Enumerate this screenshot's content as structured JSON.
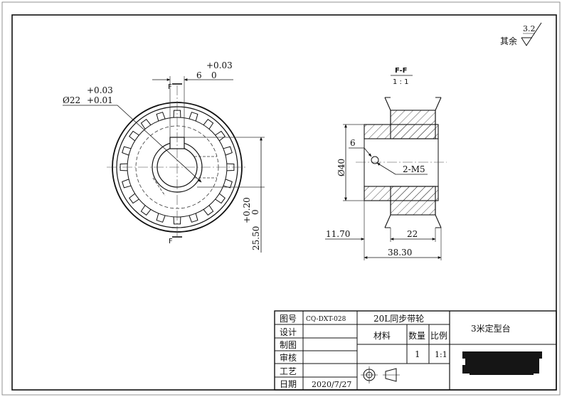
{
  "surface_finish": {
    "label": "其余",
    "roughness": "3.2"
  },
  "front_view": {
    "section_mark": "F",
    "keyway_width": "6",
    "keyway_upper": "+0.03",
    "keyway_lower": "0",
    "bore_dia": "Ø22",
    "bore_upper": "+0.03",
    "bore_lower": "+0.01",
    "keyway_depth": "25.50",
    "keyway_depth_upper": "+0.20",
    "keyway_depth_lower": "0"
  },
  "section_view": {
    "title": "F-F",
    "scale": "1 : 1",
    "diameter": "Ø40",
    "screw_offset": "6",
    "screw_callout": "2-M5",
    "hub_length": "11.70",
    "tooth_width": "22",
    "total_length": "38.30"
  },
  "title_block": {
    "labels": {
      "drawing_no": "图号",
      "design": "设计",
      "draw": "制图",
      "review": "审核",
      "process": "工艺",
      "date": "日期",
      "material": "材料",
      "quantity": "数量",
      "scale": "比例"
    },
    "drawing_no_value": "CQ-DXT-028",
    "part_name": "20L同步带轮",
    "quantity_value": "1",
    "scale_value": "1:1",
    "assembly": "3米定型台",
    "date_value": "2020/7/27"
  },
  "colors": {
    "line": "#111111",
    "thin": "#333333",
    "redact": "#151515"
  }
}
